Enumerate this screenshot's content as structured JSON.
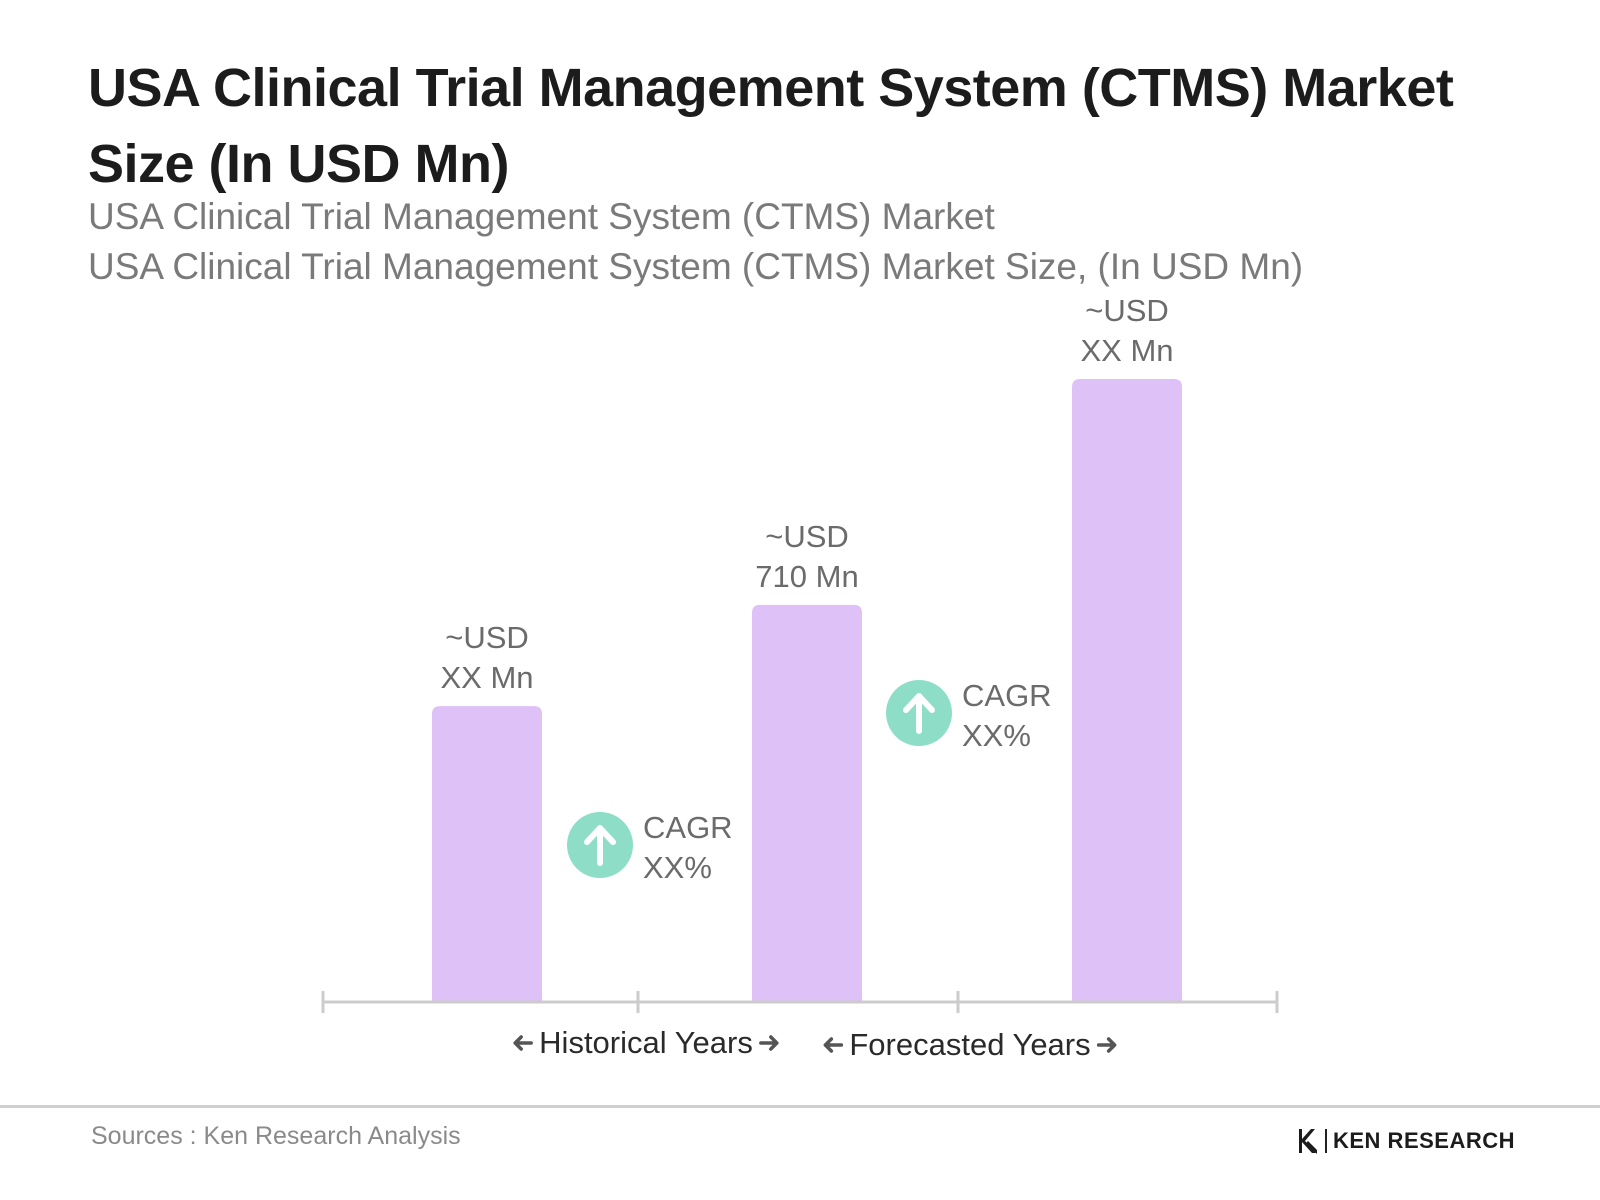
{
  "colors": {
    "bar": "#dec1f7",
    "cagr_icon": "#8edec7",
    "axis": "#cccccc",
    "label_text": "#6b6b6b",
    "title_text": "#1c1c1c"
  },
  "header": {
    "title": "USA Clinical Trial Management System (CTMS) Market Size (In USD Mn)",
    "subtitle_1": "USA Clinical Trial Management System (CTMS) Market",
    "subtitle_2": "USA Clinical Trial Management System (CTMS) Market Size, (In USD Mn)"
  },
  "chart_data": {
    "type": "bar",
    "categories": [
      "",
      "",
      ""
    ],
    "values": [
      380,
      510,
      800
    ],
    "value_labels": [
      {
        "line1": "~USD",
        "line2": "XX Mn"
      },
      {
        "line1": "~USD",
        "line2": "710 Mn"
      },
      {
        "line1": "~USD",
        "line2": "XX Mn"
      }
    ],
    "cagr": [
      {
        "line1": "CAGR",
        "line2": "XX%",
        "icon": "arrow-up-icon"
      },
      {
        "line1": "CAGR",
        "line2": "XX%",
        "icon": "arrow-up-icon"
      }
    ],
    "period_labels": [
      "Historical Years",
      "Forecasted Years"
    ],
    "ylim": [
      0,
      800
    ],
    "grid": false,
    "legend": "none"
  },
  "footer": {
    "source": "Sources : Ken Research Analysis",
    "brand": "KEN RESEARCH"
  }
}
